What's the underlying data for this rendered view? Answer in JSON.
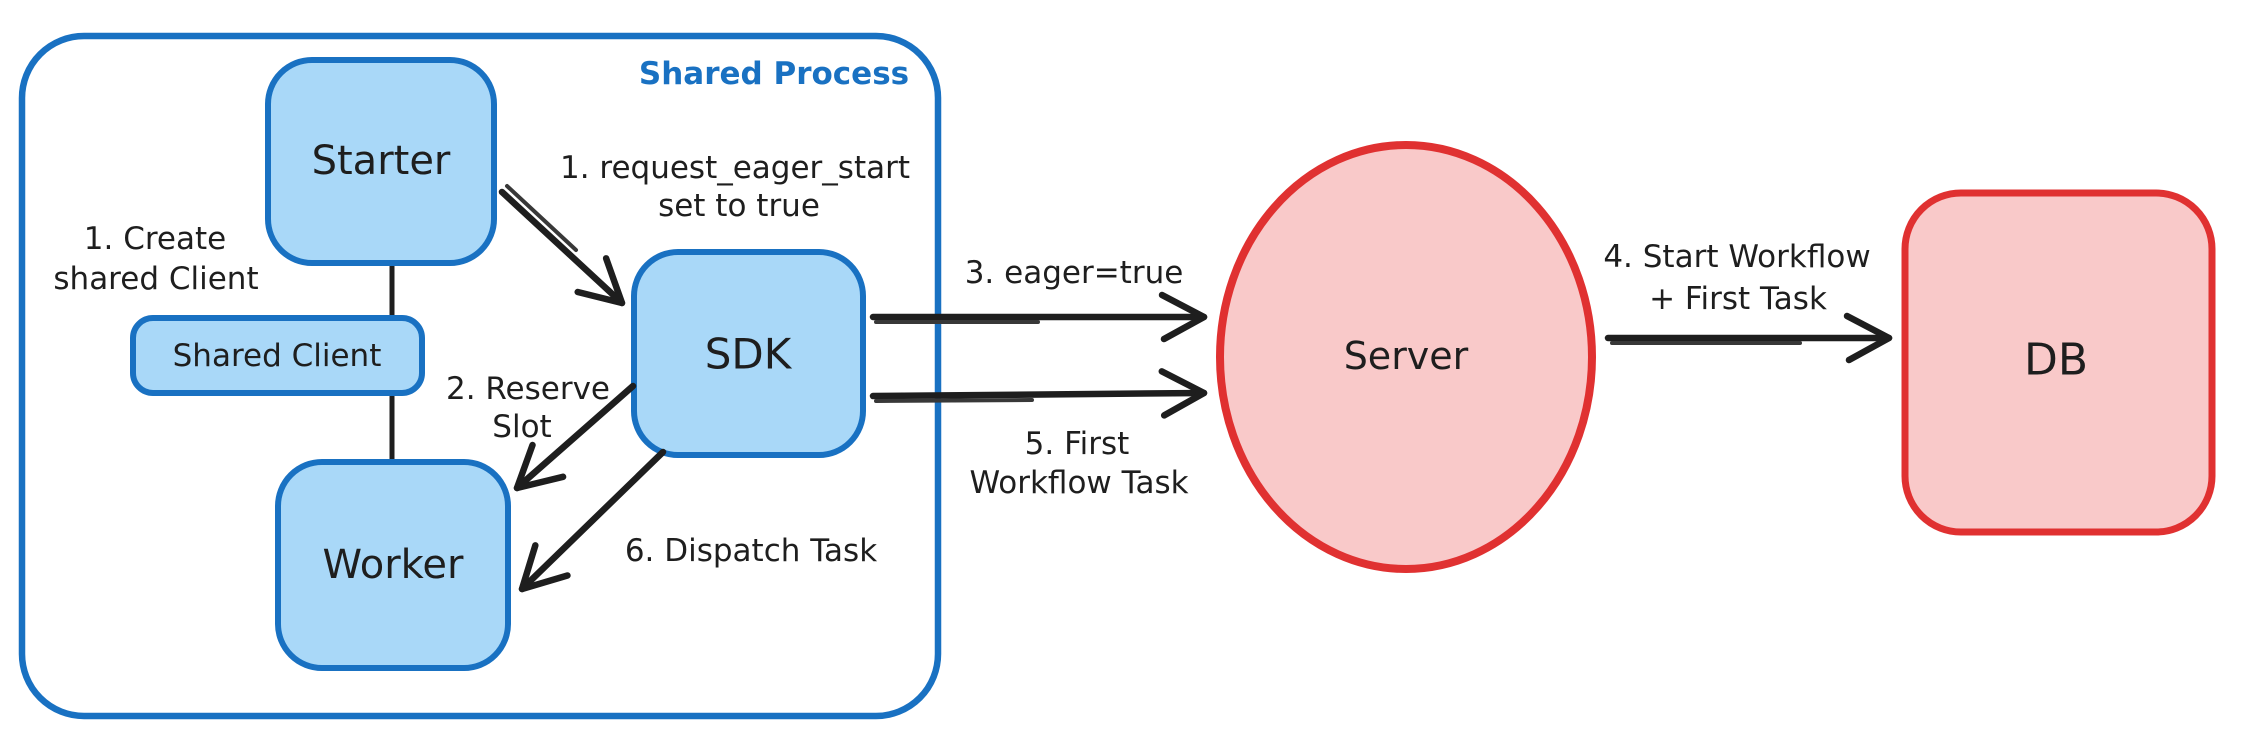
{
  "diagram": {
    "title_label": "Shared Process",
    "nodes": {
      "starter": "Starter",
      "shared_client": "Shared Client",
      "worker": "Worker",
      "sdk": "SDK",
      "server": "Server",
      "db": "DB"
    },
    "edge_labels": {
      "create_shared_client_line1": "1. Create",
      "create_shared_client_line2": "shared Client",
      "request_eager_start_line1": "1. request_eager_start",
      "request_eager_start_line2": "set to true",
      "reserve_slot_line1": "2. Reserve",
      "reserve_slot_line2": "Slot",
      "eager_true": "3. eager=true",
      "start_workflow_line1": "4. Start Workflow",
      "start_workflow_line2": "+ First Task",
      "first_workflow_task_line1": "5. First",
      "first_workflow_task_line2": "Workflow Task",
      "dispatch_task": "6. Dispatch Task"
    },
    "colors": {
      "blue_stroke": "#1971c2",
      "blue_fill": "#a9d8f8",
      "red_stroke": "#e03131",
      "red_fill": "#f9c9c9",
      "ink": "#1e1e1e",
      "background": "#ffffff"
    }
  }
}
